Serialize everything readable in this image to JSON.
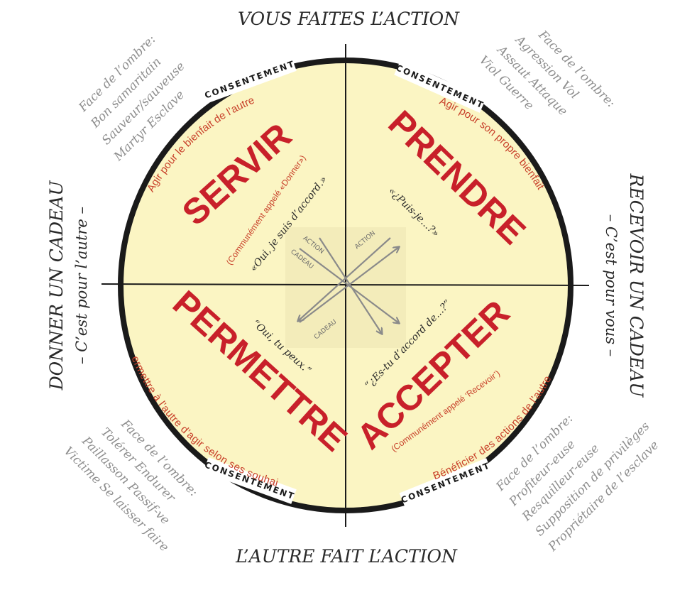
{
  "axes": {
    "top": "VOUS FAITES L’ACTION",
    "bottom": "L’AUTRE FAIT L’ACTION",
    "left_main": "DONNER UN CADEAU",
    "left_sub": "– C’est pour l’autre –",
    "right_main": "RECEVOIR UN CADEAU",
    "right_sub": "– C’est pour vous –"
  },
  "consent_label": "CONSENTEMENT",
  "quadrants": {
    "servir": {
      "title": "SERVIR",
      "description": "Agir pour le bienfait de l’autre",
      "note": "(Communément appelé «Donner»)",
      "quote": "«Oui, je suis d’accord.»",
      "shadow": [
        "Face de l’ombre:",
        "Bon samaritain",
        "Sauveur/sauveuse",
        "Martyr   Esclave"
      ]
    },
    "prendre": {
      "title": "PRENDRE",
      "description": "Agir pour son propre bienfait",
      "quote": "«¿Puis-je...?»",
      "shadow": [
        "Face de l’ombre:",
        "Agression   Vol",
        "Assaut   Attaque",
        "Viol   Guerre"
      ]
    },
    "permettre": {
      "title": "PERMETTRE",
      "description": "Permettre à l’autre d’agir selon ses souhaits",
      "quote": "“Oui, tu peux.”",
      "shadow": [
        "Face de l’ombre:",
        "Tolérer   Endurer",
        "Paillasson   Passif-ve",
        "Victime   Se laisser faire"
      ]
    },
    "accepter": {
      "title": "ACCEPTER",
      "description": "Bénéficier des actions de l’autre",
      "note": "(Communément appelé ‘Recevoir’)",
      "quote": "“¿Es-tu d’accord de...?”",
      "shadow": [
        "Face de l’ombre:",
        "Profiteur-euse",
        "Resquilleur-euse",
        "Supposition de privilèges",
        "Propriétaire de l’esclave"
      ]
    }
  },
  "arrows": {
    "action_left": "ACTION",
    "action_right": "ACTION",
    "cadeau_left": "CADEAU",
    "cadeau_bottom": "CADEAU"
  },
  "colors": {
    "circle_fill": "#fbf5c3",
    "accent_red": "#c8202a",
    "shadow_gray": "#8e8e8e",
    "ink": "#1a1a1a"
  }
}
